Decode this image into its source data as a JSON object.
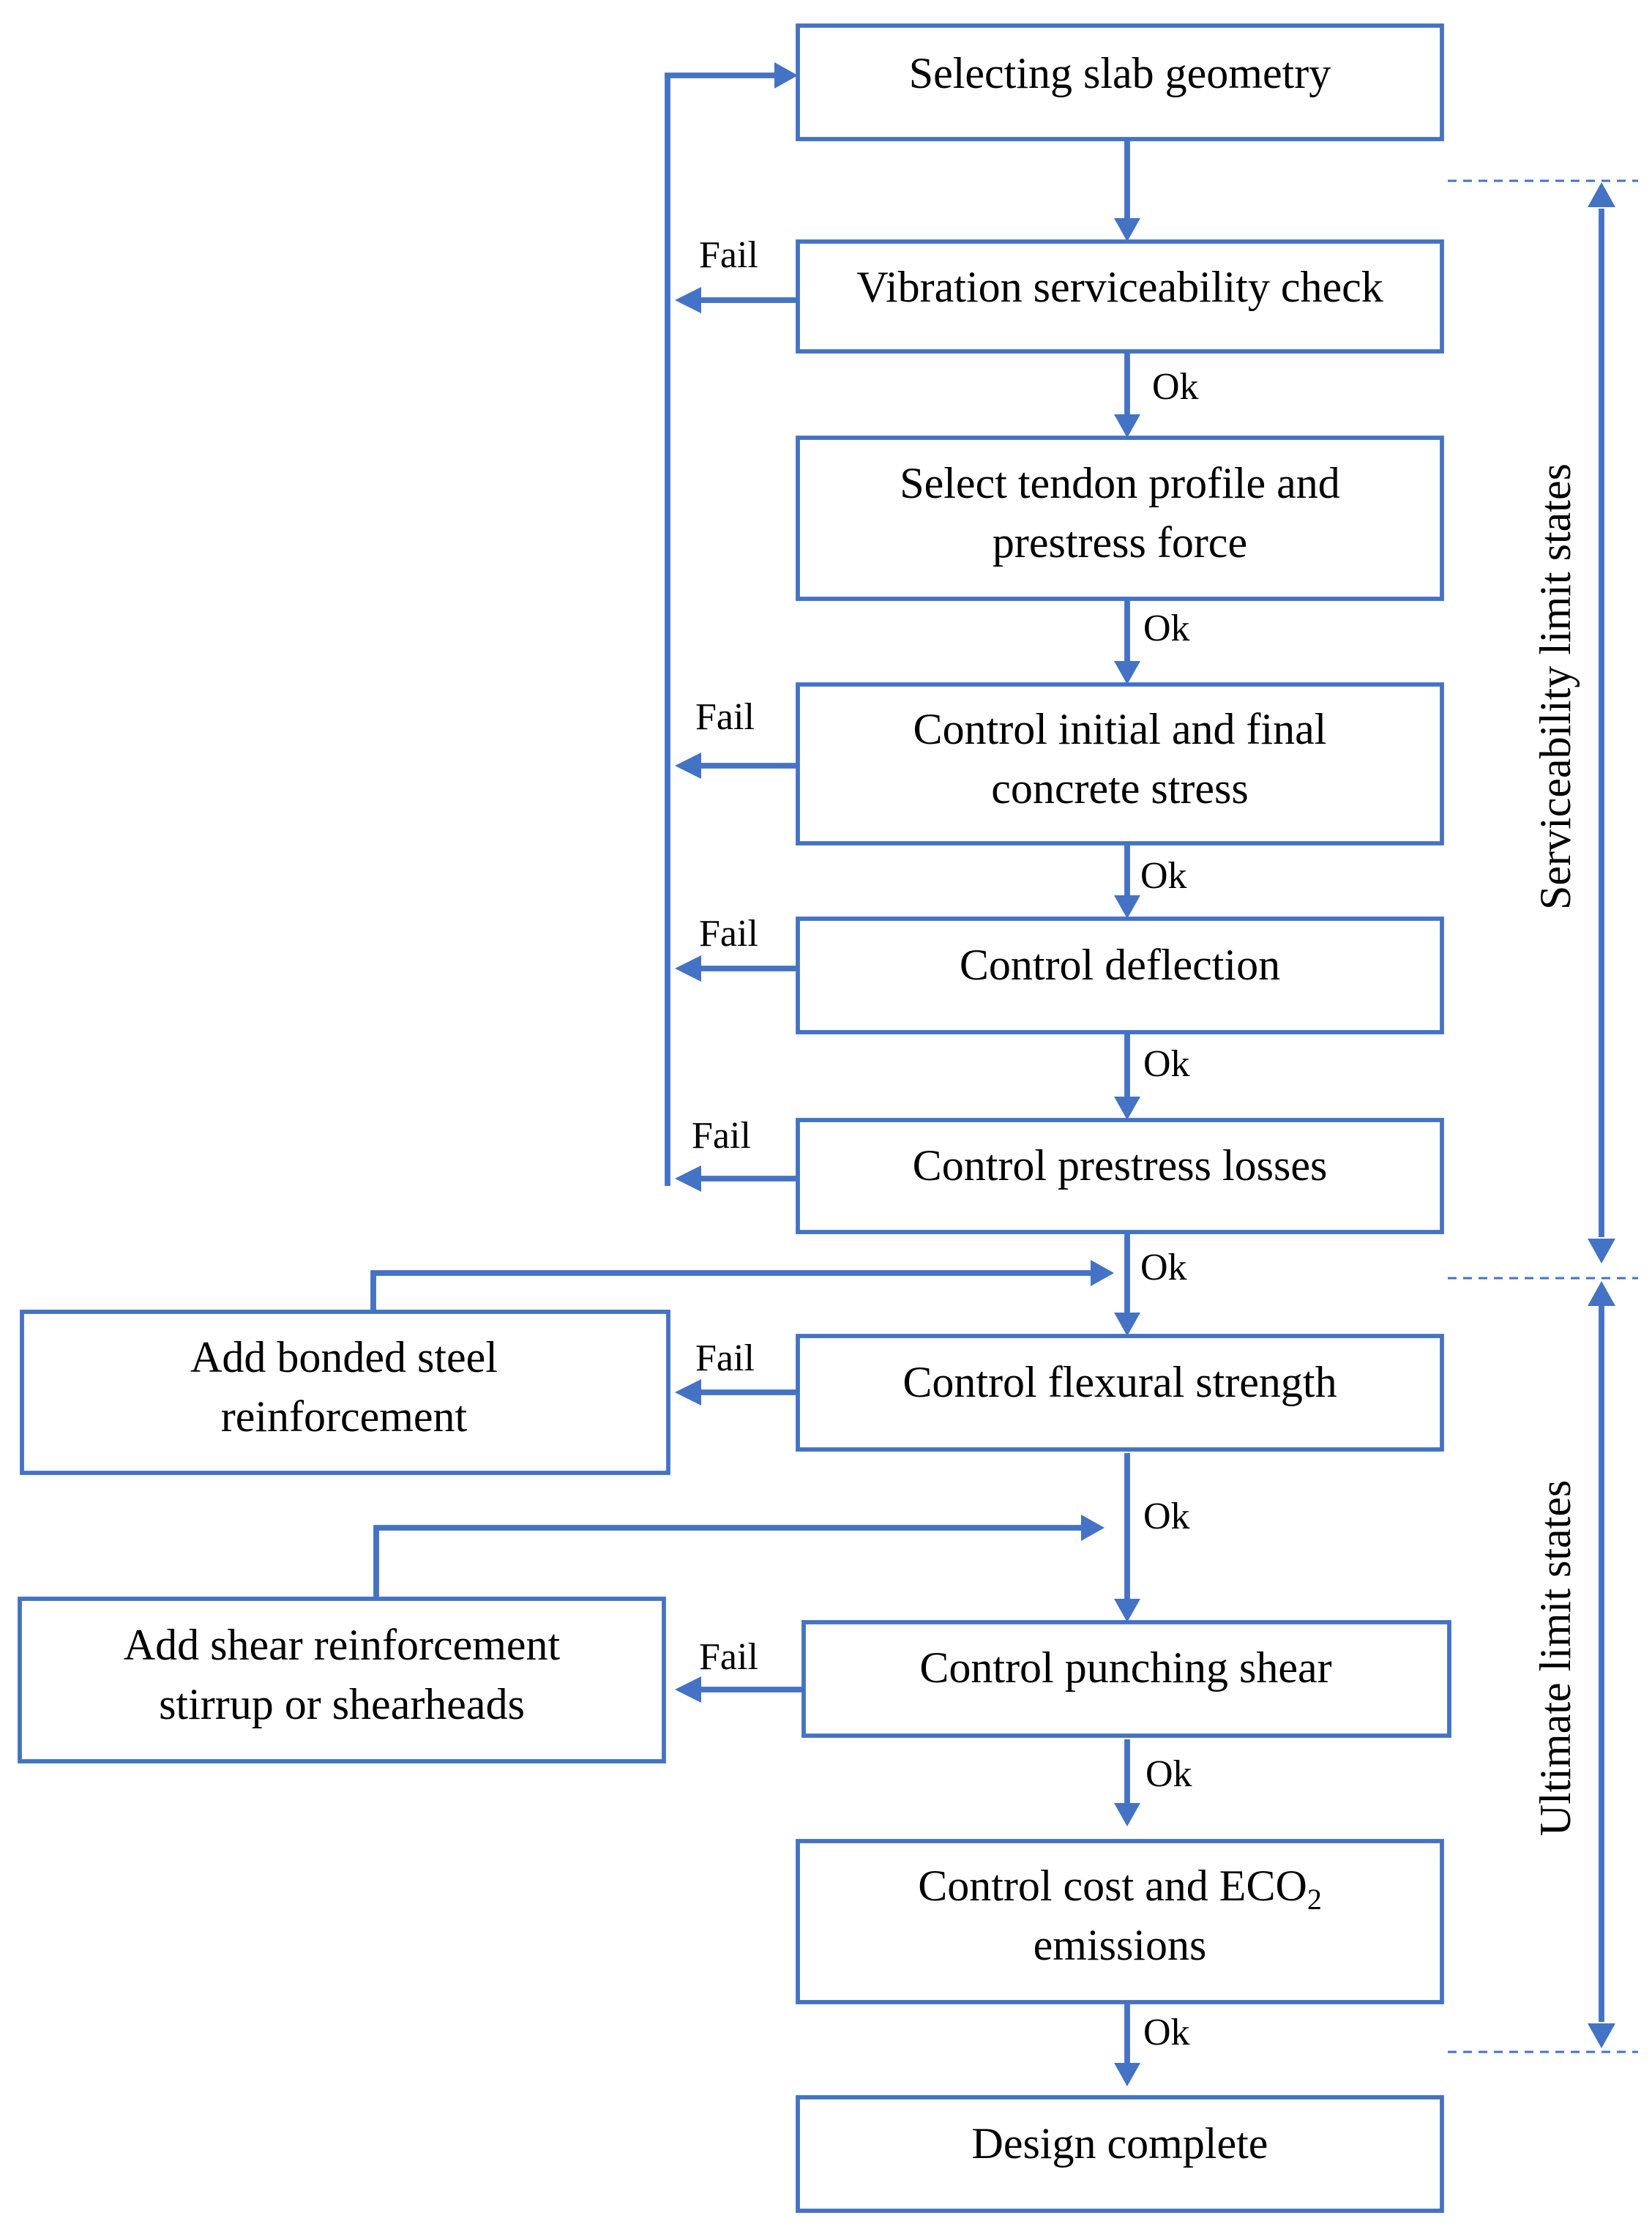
{
  "nodes": {
    "selecting_slab_geometry": "Selecting slab geometry",
    "vibration_check": "Vibration serviceability check",
    "tendon_profile": [
      "Select tendon profile and",
      "prestress force"
    ],
    "concrete_stress": [
      "Control initial and final",
      "concrete stress"
    ],
    "control_deflection": "Control deflection",
    "prestress_losses": "Control prestress losses",
    "flexural_strength": "Control flexural strength",
    "bonded_steel": [
      "Add bonded steel",
      "reinforcement"
    ],
    "punching_shear": "Control punching shear",
    "shear_reinforcement": [
      "Add shear reinforcement",
      "stirrup or shearheads"
    ],
    "cost_eco2": {
      "line1": "Control cost and ECO",
      "subscript": "2",
      "line2": "emissions"
    },
    "design_complete": "Design complete"
  },
  "labels": {
    "ok": "Ok",
    "fail": "Fail"
  },
  "regions": {
    "serviceability": "Serviceability limit states",
    "ultimate": "Ultimate limit states"
  },
  "colors": {
    "accent": "#4472C4",
    "text": "#000000",
    "background": "#ffffff"
  }
}
